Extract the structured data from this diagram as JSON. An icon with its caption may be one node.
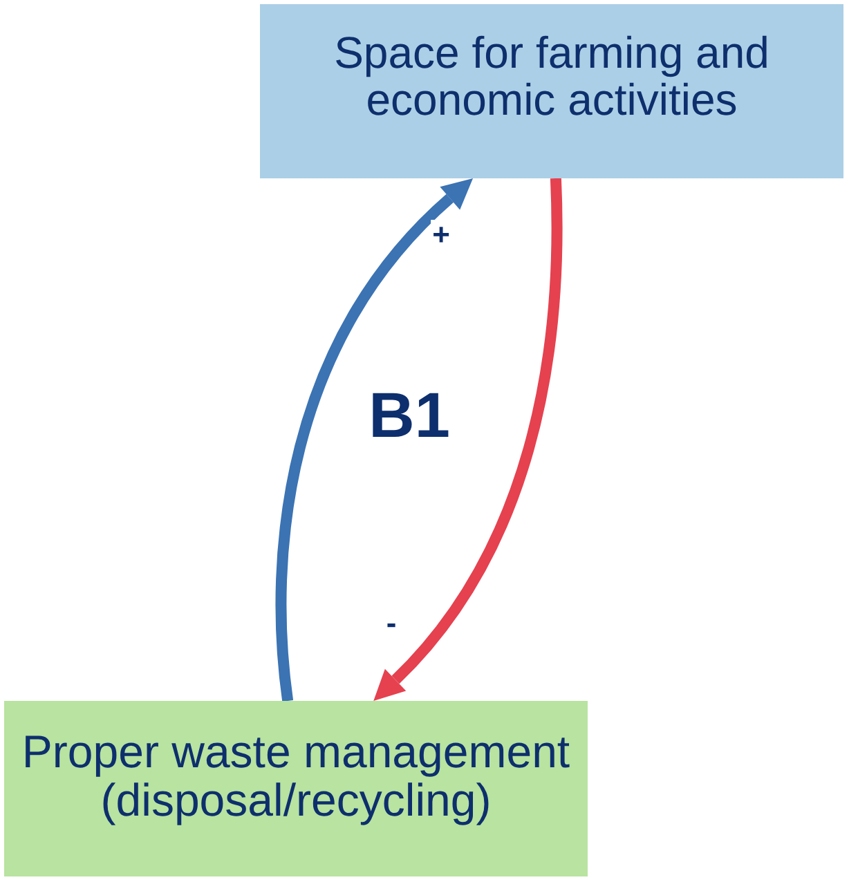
{
  "diagram": {
    "nodes": [
      {
        "text": [
          "Space for farming and economic activities"
        ]
      },
      {
        "text": [
          "Proper waste management (disposal/recycling)"
        ]
      }
    ],
    "edges": [
      {
        "from": 1,
        "to": 0,
        "arrow": "to",
        "label": "+",
        "color": "#3b73b3"
      },
      {
        "from": 0,
        "to": 1,
        "arrow": "to",
        "label": "-",
        "color": "#e5414f"
      }
    ],
    "labels": [
      "B1"
    ]
  }
}
